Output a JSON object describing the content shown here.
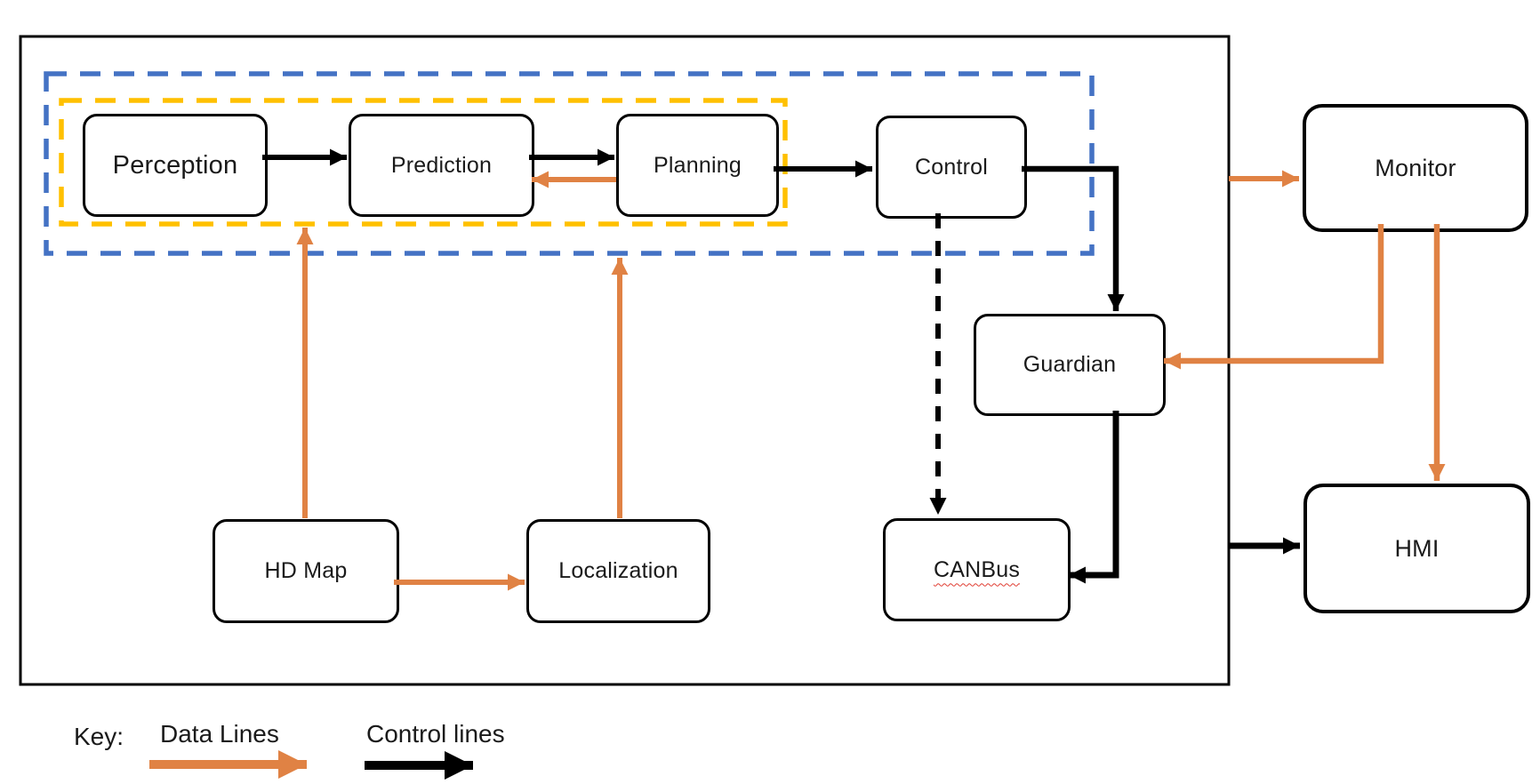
{
  "boxes": {
    "perception": {
      "label": "Perception"
    },
    "prediction": {
      "label": "Prediction"
    },
    "planning": {
      "label": "Planning"
    },
    "control": {
      "label": "Control"
    },
    "guardian": {
      "label": "Guardian"
    },
    "canbus": {
      "label": "CANBus"
    },
    "hdmap": {
      "label": "HD Map"
    },
    "localization": {
      "label": "Localization"
    },
    "monitor": {
      "label": "Monitor"
    },
    "hmi": {
      "label": "HMI"
    }
  },
  "key": {
    "label": "Key:",
    "data_label": "Data Lines",
    "control_label": "Control lines"
  },
  "colors": {
    "data_line": "#E08244",
    "control_line": "#000000",
    "inner_group_border": "#FFC000",
    "outer_group_border": "#4472C4",
    "box_border": "#000000",
    "spellcheck_underline": "#e03c31"
  },
  "edges": [
    {
      "from": "Perception",
      "to": "Prediction",
      "type": "control"
    },
    {
      "from": "Prediction",
      "to": "Planning",
      "type": "control"
    },
    {
      "from": "Planning",
      "to": "Control",
      "type": "control"
    },
    {
      "from": "Control",
      "to": "Guardian",
      "type": "control"
    },
    {
      "from": "Control",
      "to": "CANBus",
      "type": "control-dashed"
    },
    {
      "from": "Guardian",
      "to": "CANBus",
      "type": "control"
    },
    {
      "from": "system-box",
      "to": "HMI",
      "type": "control"
    },
    {
      "from": "system-box",
      "to": "Monitor",
      "type": "data"
    },
    {
      "from": "Planning",
      "to": "Prediction",
      "type": "data"
    },
    {
      "from": "HD Map",
      "to": "planning-group",
      "type": "data"
    },
    {
      "from": "HD Map",
      "to": "Localization",
      "type": "data"
    },
    {
      "from": "Localization",
      "to": "autonomy-group",
      "type": "data"
    },
    {
      "from": "Monitor",
      "to": "Guardian",
      "type": "data"
    },
    {
      "from": "Monitor",
      "to": "HMI",
      "type": "data"
    }
  ]
}
